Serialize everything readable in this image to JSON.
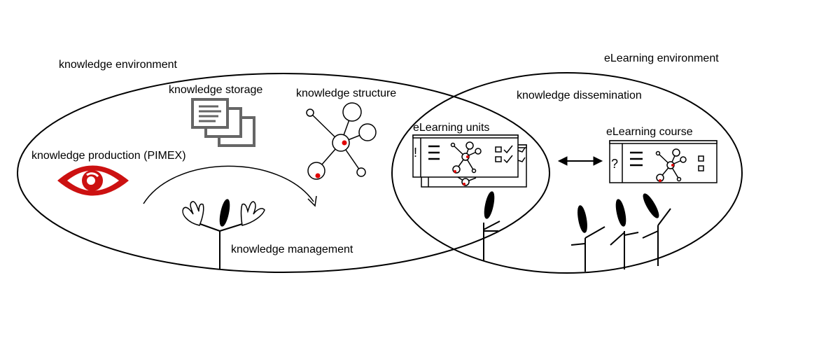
{
  "labels": {
    "knowledge_environment": "knowledge environment",
    "elearning_environment": "eLearning environment",
    "knowledge_storage": "knowledge storage",
    "knowledge_structure": "knowledge structure",
    "knowledge_dissemination": "knowledge dissemination",
    "knowledge_production": "knowledge production (PIMEX)",
    "knowledge_management": "knowledge management",
    "elearning_units": "eLearning units",
    "elearning_course": "eLearning course"
  },
  "glyphs": {
    "exclamation": "!",
    "question": "?"
  },
  "colors": {
    "line": "#000000",
    "accent_red": "#e00000",
    "pimex_red": "#cc1111",
    "doc_gray": "#666666"
  },
  "icons": [
    "eye-icon",
    "document-stack-icon",
    "network-icon",
    "hands-icon",
    "person-icon",
    "window-icon",
    "double-arrow-icon"
  ]
}
